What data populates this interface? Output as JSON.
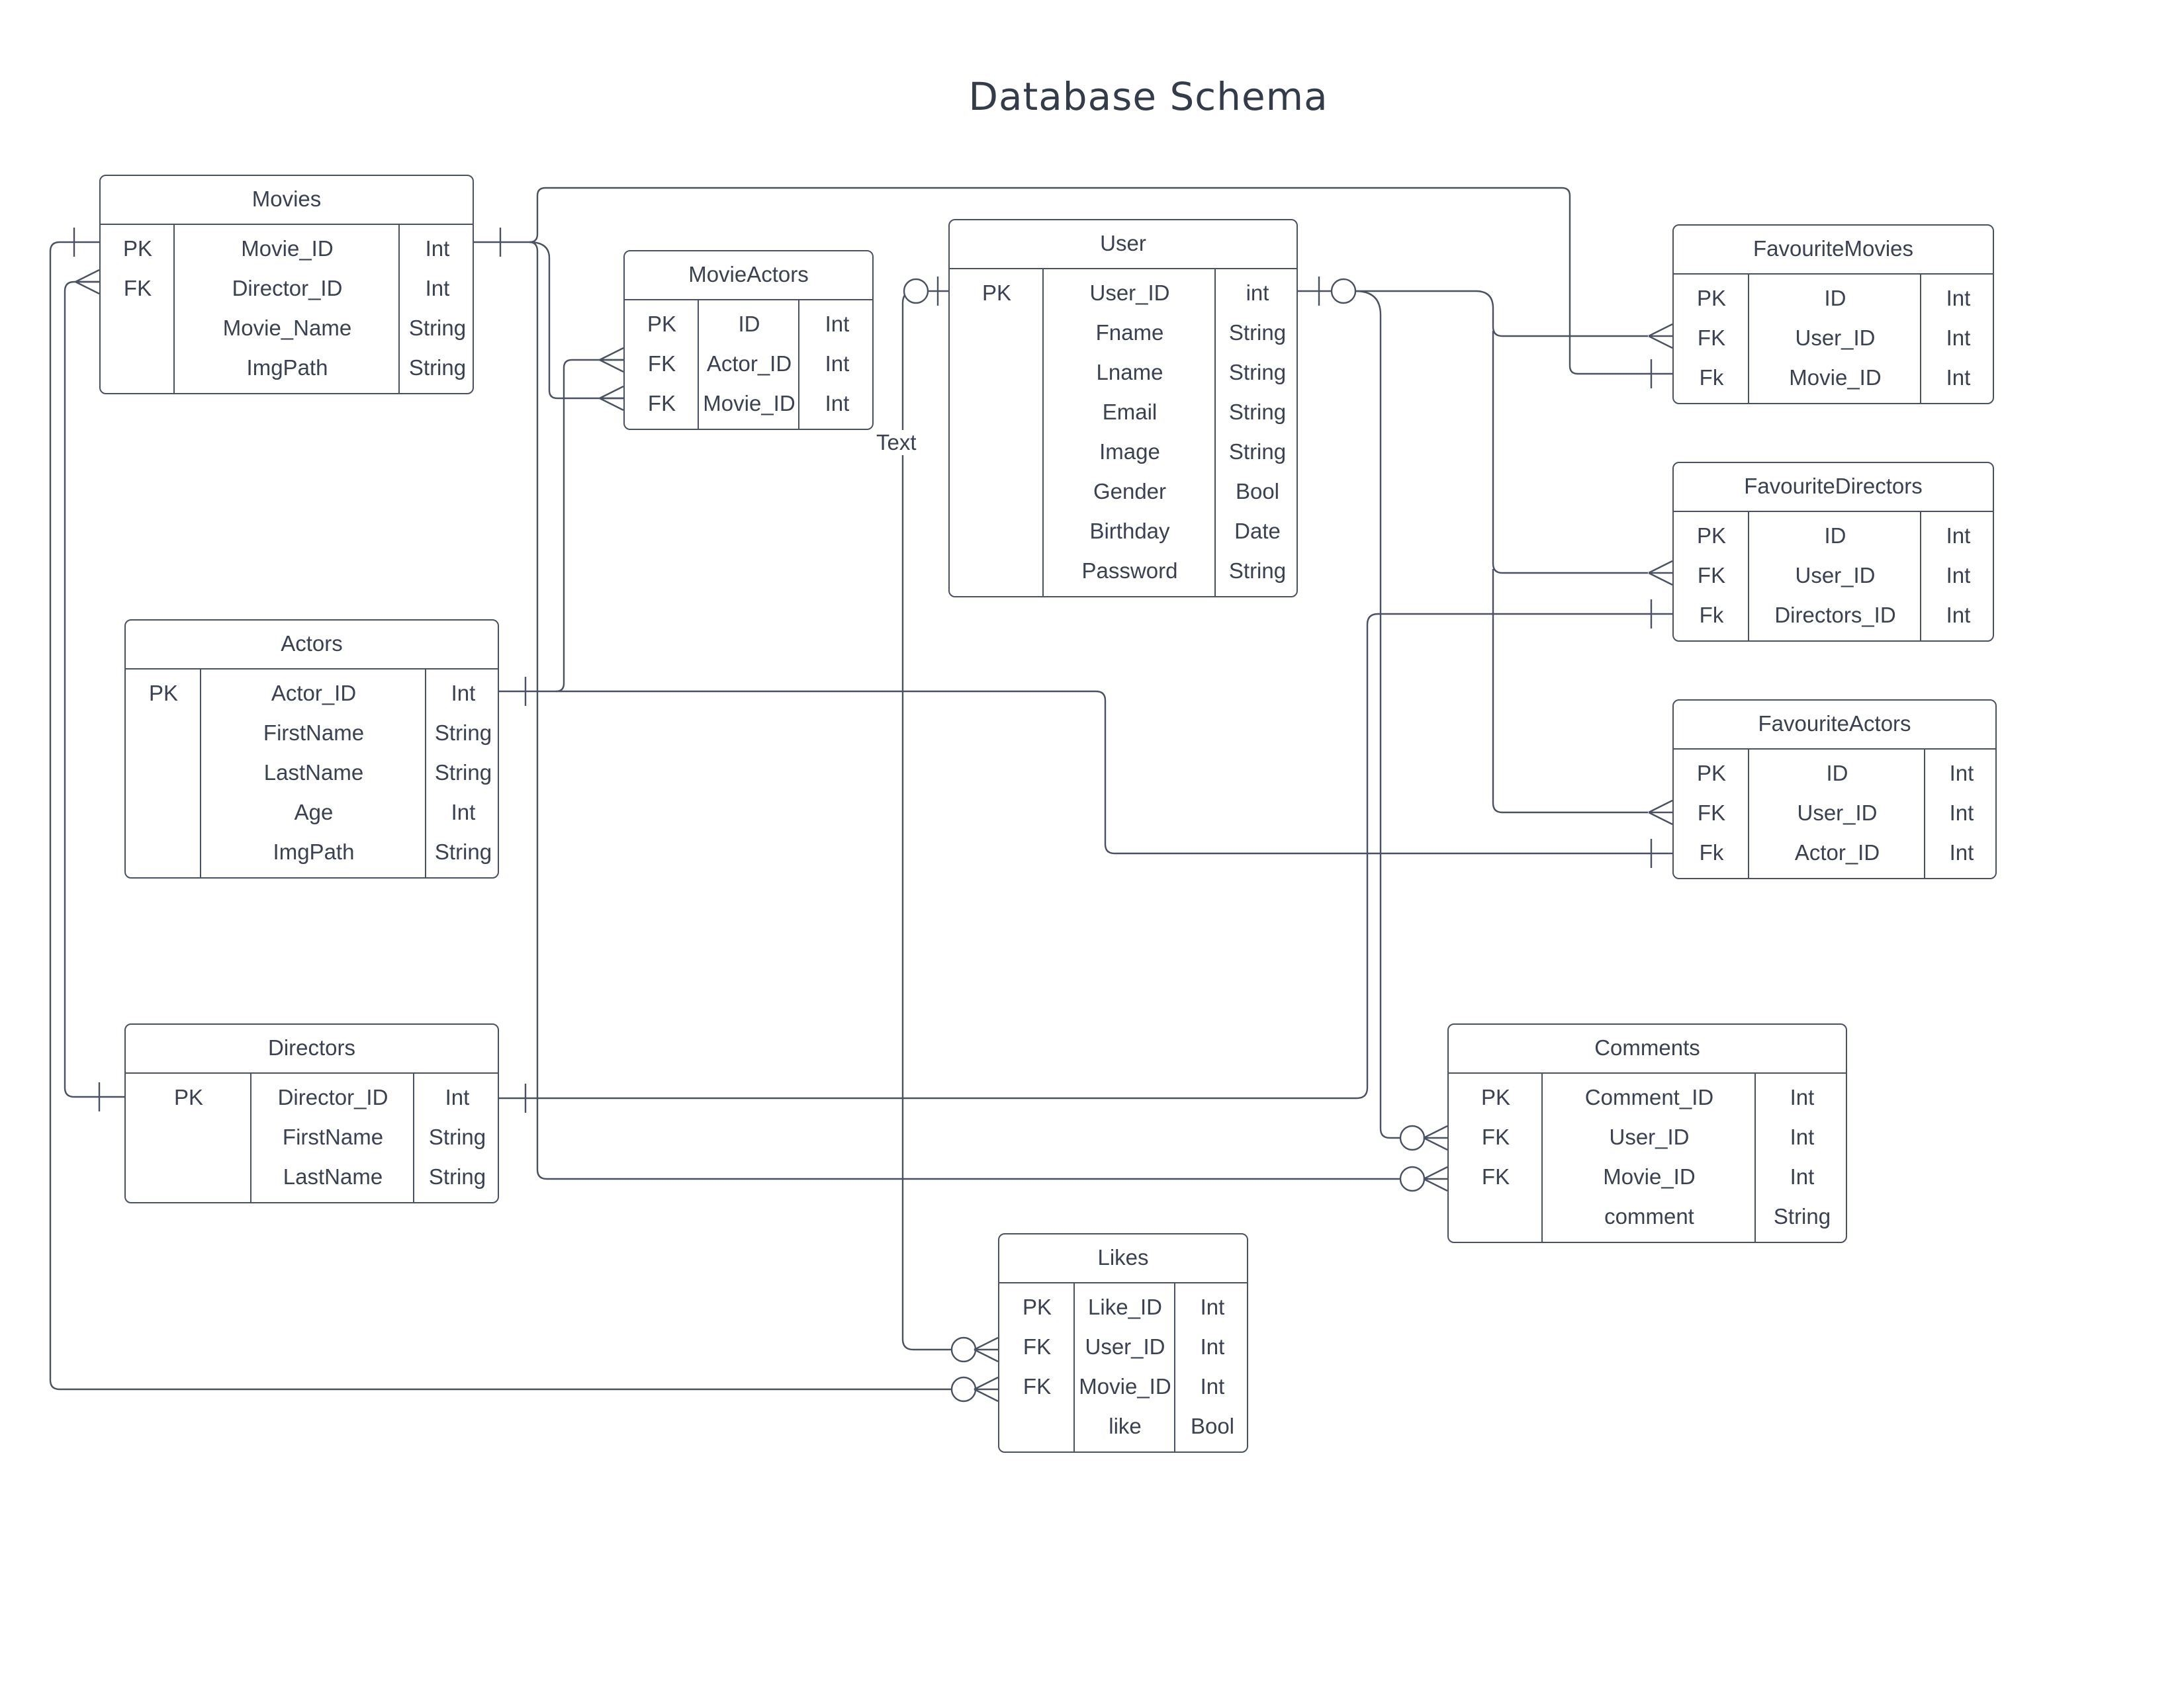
{
  "title": "Database Schema",
  "label_text": "Text",
  "colors": {
    "line": "#4a5262",
    "text": "#3a4150"
  },
  "tables": {
    "movies": {
      "name": "Movies",
      "rows": [
        [
          "PK",
          "Movie_ID",
          "Int"
        ],
        [
          "FK",
          "Director_ID",
          "Int"
        ],
        [
          "",
          "Movie_Name",
          "String"
        ],
        [
          "",
          "ImgPath",
          "String"
        ]
      ]
    },
    "movieactors": {
      "name": "MovieActors",
      "rows": [
        [
          "PK",
          "ID",
          "Int"
        ],
        [
          "FK",
          "Actor_ID",
          "Int"
        ],
        [
          "FK",
          "Movie_ID",
          "Int"
        ]
      ]
    },
    "user": {
      "name": "User",
      "rows": [
        [
          "PK",
          "User_ID",
          "int"
        ],
        [
          "",
          "Fname",
          "String"
        ],
        [
          "",
          "Lname",
          "String"
        ],
        [
          "",
          "Email",
          "String"
        ],
        [
          "",
          "Image",
          "String"
        ],
        [
          "",
          "Gender",
          "Bool"
        ],
        [
          "",
          "Birthday",
          "Date"
        ],
        [
          "",
          "Password",
          "String"
        ]
      ]
    },
    "favmovies": {
      "name": "FavouriteMovies",
      "rows": [
        [
          "PK",
          "ID",
          "Int"
        ],
        [
          "FK",
          "User_ID",
          "Int"
        ],
        [
          "Fk",
          "Movie_ID",
          "Int"
        ]
      ]
    },
    "favdirectors": {
      "name": "FavouriteDirectors",
      "rows": [
        [
          "PK",
          "ID",
          "Int"
        ],
        [
          "FK",
          "User_ID",
          "Int"
        ],
        [
          "Fk",
          "Directors_ID",
          "Int"
        ]
      ]
    },
    "favactors": {
      "name": "FavouriteActors",
      "rows": [
        [
          "PK",
          "ID",
          "Int"
        ],
        [
          "FK",
          "User_ID",
          "Int"
        ],
        [
          "Fk",
          "Actor_ID",
          "Int"
        ]
      ]
    },
    "actors": {
      "name": "Actors",
      "rows": [
        [
          "PK",
          "Actor_ID",
          "Int"
        ],
        [
          "",
          "FirstName",
          "String"
        ],
        [
          "",
          "LastName",
          "String"
        ],
        [
          "",
          "Age",
          "Int"
        ],
        [
          "",
          "ImgPath",
          "String"
        ]
      ]
    },
    "directors": {
      "name": "Directors",
      "rows": [
        [
          "PK",
          "Director_ID",
          "Int"
        ],
        [
          "",
          "FirstName",
          "String"
        ],
        [
          "",
          "LastName",
          "String"
        ]
      ]
    },
    "comments": {
      "name": "Comments",
      "rows": [
        [
          "PK",
          "Comment_ID",
          "Int"
        ],
        [
          "FK",
          "User_ID",
          "Int"
        ],
        [
          "FK",
          "Movie_ID",
          "Int"
        ],
        [
          "",
          "comment",
          "String"
        ]
      ]
    },
    "likes": {
      "name": "Likes",
      "rows": [
        [
          "PK",
          "Like_ID",
          "Int"
        ],
        [
          "FK",
          "User_ID",
          "Int"
        ],
        [
          "FK",
          "Movie_ID",
          "Int"
        ],
        [
          "",
          "like",
          "Bool"
        ]
      ]
    }
  }
}
